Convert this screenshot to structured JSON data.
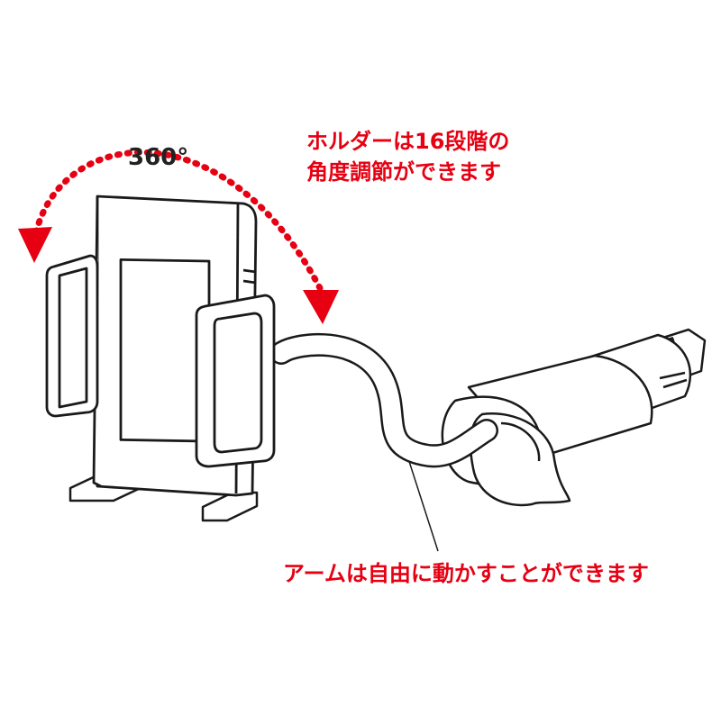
{
  "rotation": {
    "label": "360°"
  },
  "holder_note": {
    "line1": "ホルダーは16段階の",
    "line2": "角度調節ができます"
  },
  "arm_note": {
    "text": "アームは自由に動かすことができます"
  },
  "colors": {
    "annotation": "#e60012",
    "rotation_label": "#222222",
    "line_art": "#1a1a1a",
    "fill": "#ffffff"
  }
}
